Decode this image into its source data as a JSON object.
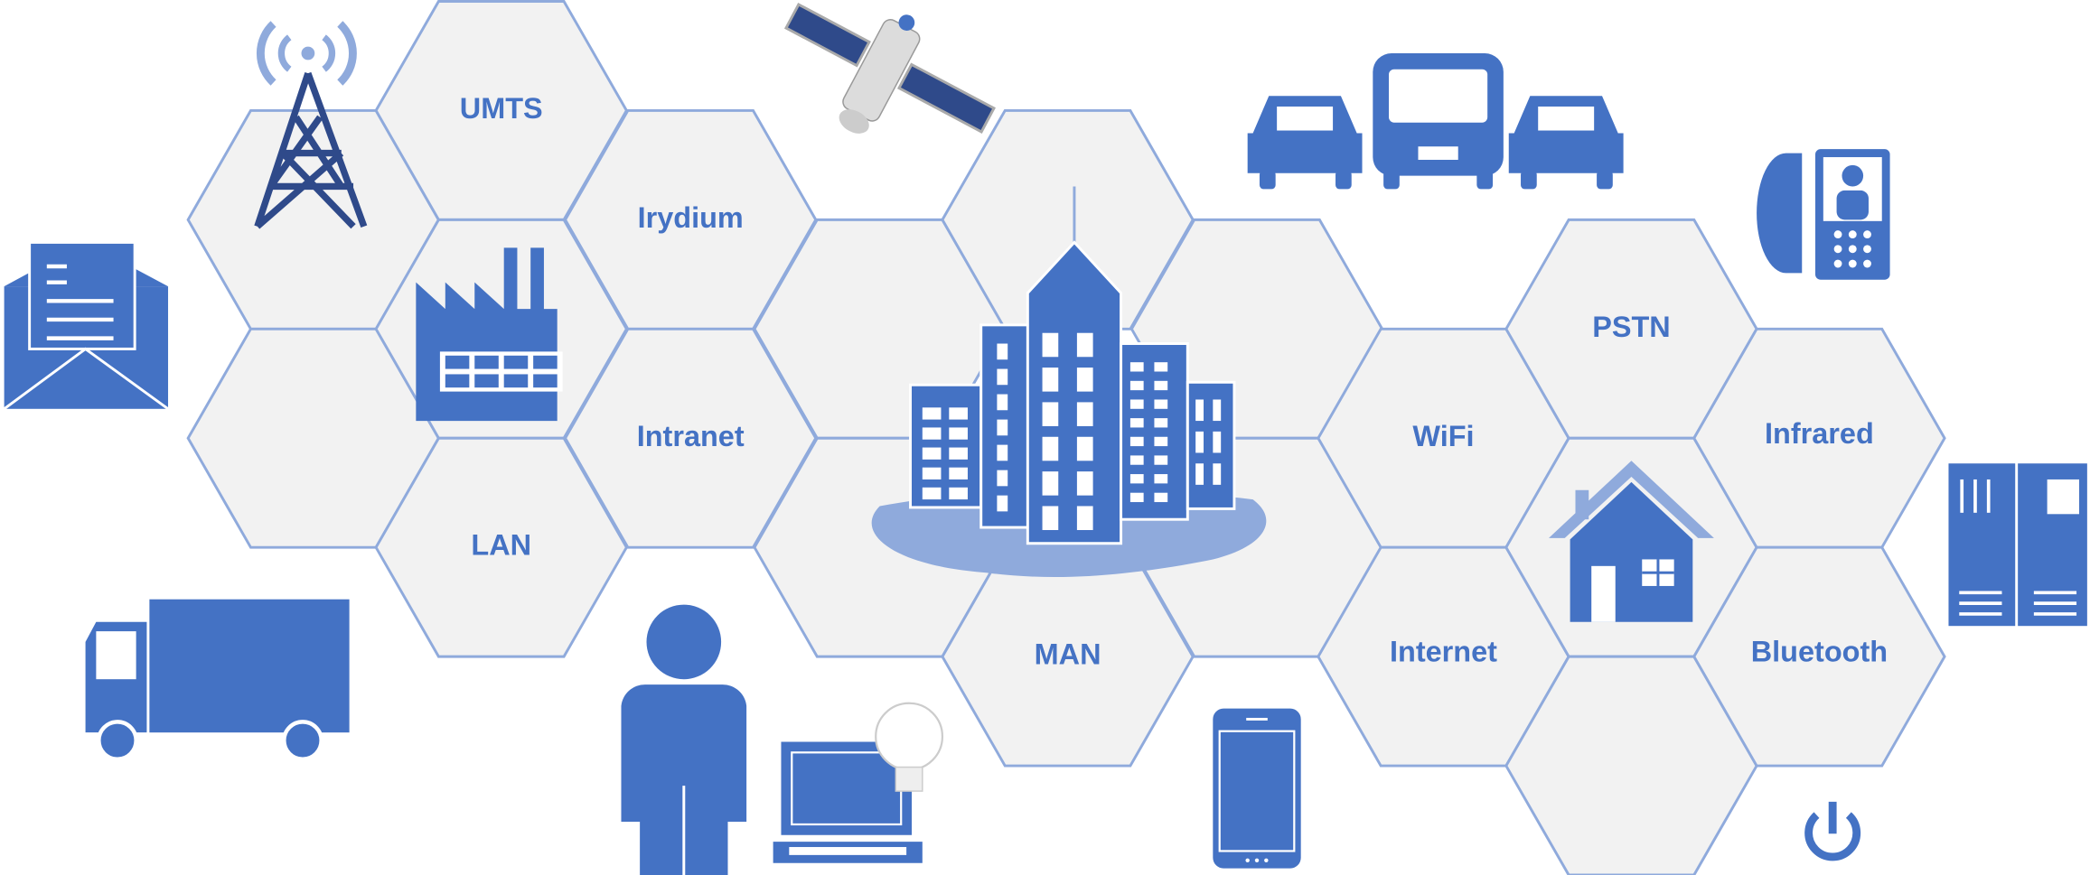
{
  "colors": {
    "primary": "#4472C4",
    "light": "#8FAADC",
    "hex_fill": "#F2F2F2"
  },
  "labels": {
    "umts": "UMTS",
    "irydium": "Irydium",
    "intranet": "Intranet",
    "lan": "LAN",
    "man": "MAN",
    "wifi": "WiFi",
    "internet": "Internet",
    "pstn": "PSTN",
    "infrared": "Infrared",
    "bluetooth": "Bluetooth"
  },
  "icons": [
    "radio-tower-icon",
    "satellite-icon",
    "cars-icon",
    "video-phone-icon",
    "envelope-icon",
    "factory-icon",
    "city-icon",
    "house-icon",
    "server-icon",
    "truck-icon",
    "person-icon",
    "laptop-icon",
    "lightbulb-icon",
    "smartphone-icon",
    "power-icon"
  ]
}
